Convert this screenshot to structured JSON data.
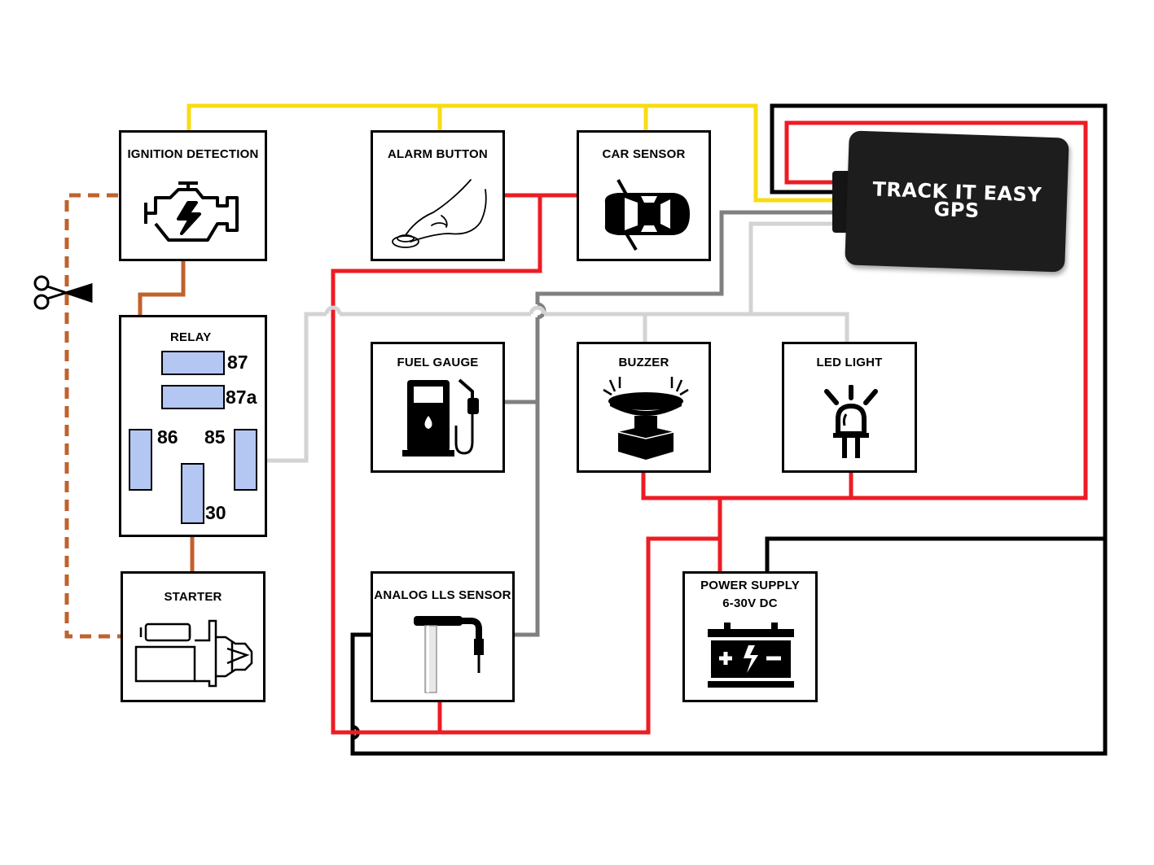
{
  "gps": {
    "brand_line1": "TRACK IT EASY",
    "brand_line2": "GPS"
  },
  "boxes": {
    "ignition": {
      "title": "IGNITION DETECTION",
      "icon": "engine-icon"
    },
    "alarm": {
      "title": "ALARM BUTTON",
      "icon": "finger-press-icon"
    },
    "car_sensor": {
      "title": "CAR SENSOR",
      "icon": "car-icon"
    },
    "relay": {
      "title": "RELAY"
    },
    "fuel": {
      "title": "FUEL GAUGE",
      "icon": "fuel-pump-icon"
    },
    "buzzer": {
      "title": "BUZZER",
      "icon": "buzzer-icon"
    },
    "led": {
      "title": "LED LIGHT",
      "icon": "led-light-icon"
    },
    "starter": {
      "title": "STARTER",
      "icon": "starter-motor-icon"
    },
    "lls": {
      "title": "ANALOG LLS SENSOR",
      "icon": "level-sensor-icon"
    },
    "power": {
      "title_line1": "POWER SUPPLY",
      "title_line2": "6-30V DC",
      "icon": "battery-icon"
    }
  },
  "relay_pins": {
    "p87": "87",
    "p87a": "87a",
    "p86": "86",
    "p85": "85",
    "p30": "30"
  },
  "cut_icon": "scissors-icon",
  "wire_colors": {
    "ignition": "#f7dc11",
    "power": "#ec1c24",
    "ground": "#000000",
    "input": "#808080",
    "output": "#d3d3d3",
    "relay": "#c0622e"
  }
}
